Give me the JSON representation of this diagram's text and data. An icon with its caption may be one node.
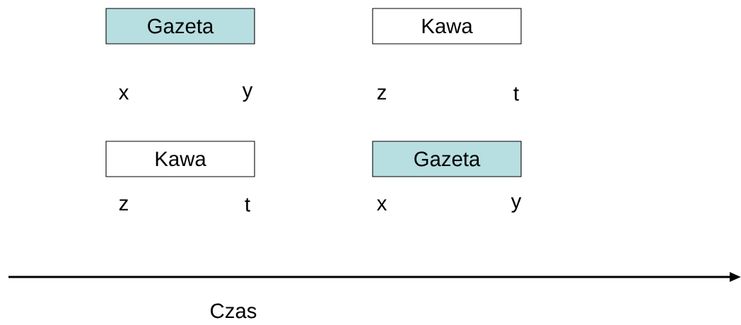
{
  "diagram": {
    "nodes": [
      {
        "text": [
          "Gazeta"
        ]
      },
      {
        "text": [
          "Kawa"
        ]
      },
      {
        "text": [
          "Kawa"
        ]
      },
      {
        "text": [
          "Gazeta"
        ]
      }
    ],
    "labels": [
      "x",
      "y",
      "z",
      "t",
      "z",
      "t",
      "x",
      "y",
      "Czas"
    ]
  }
}
